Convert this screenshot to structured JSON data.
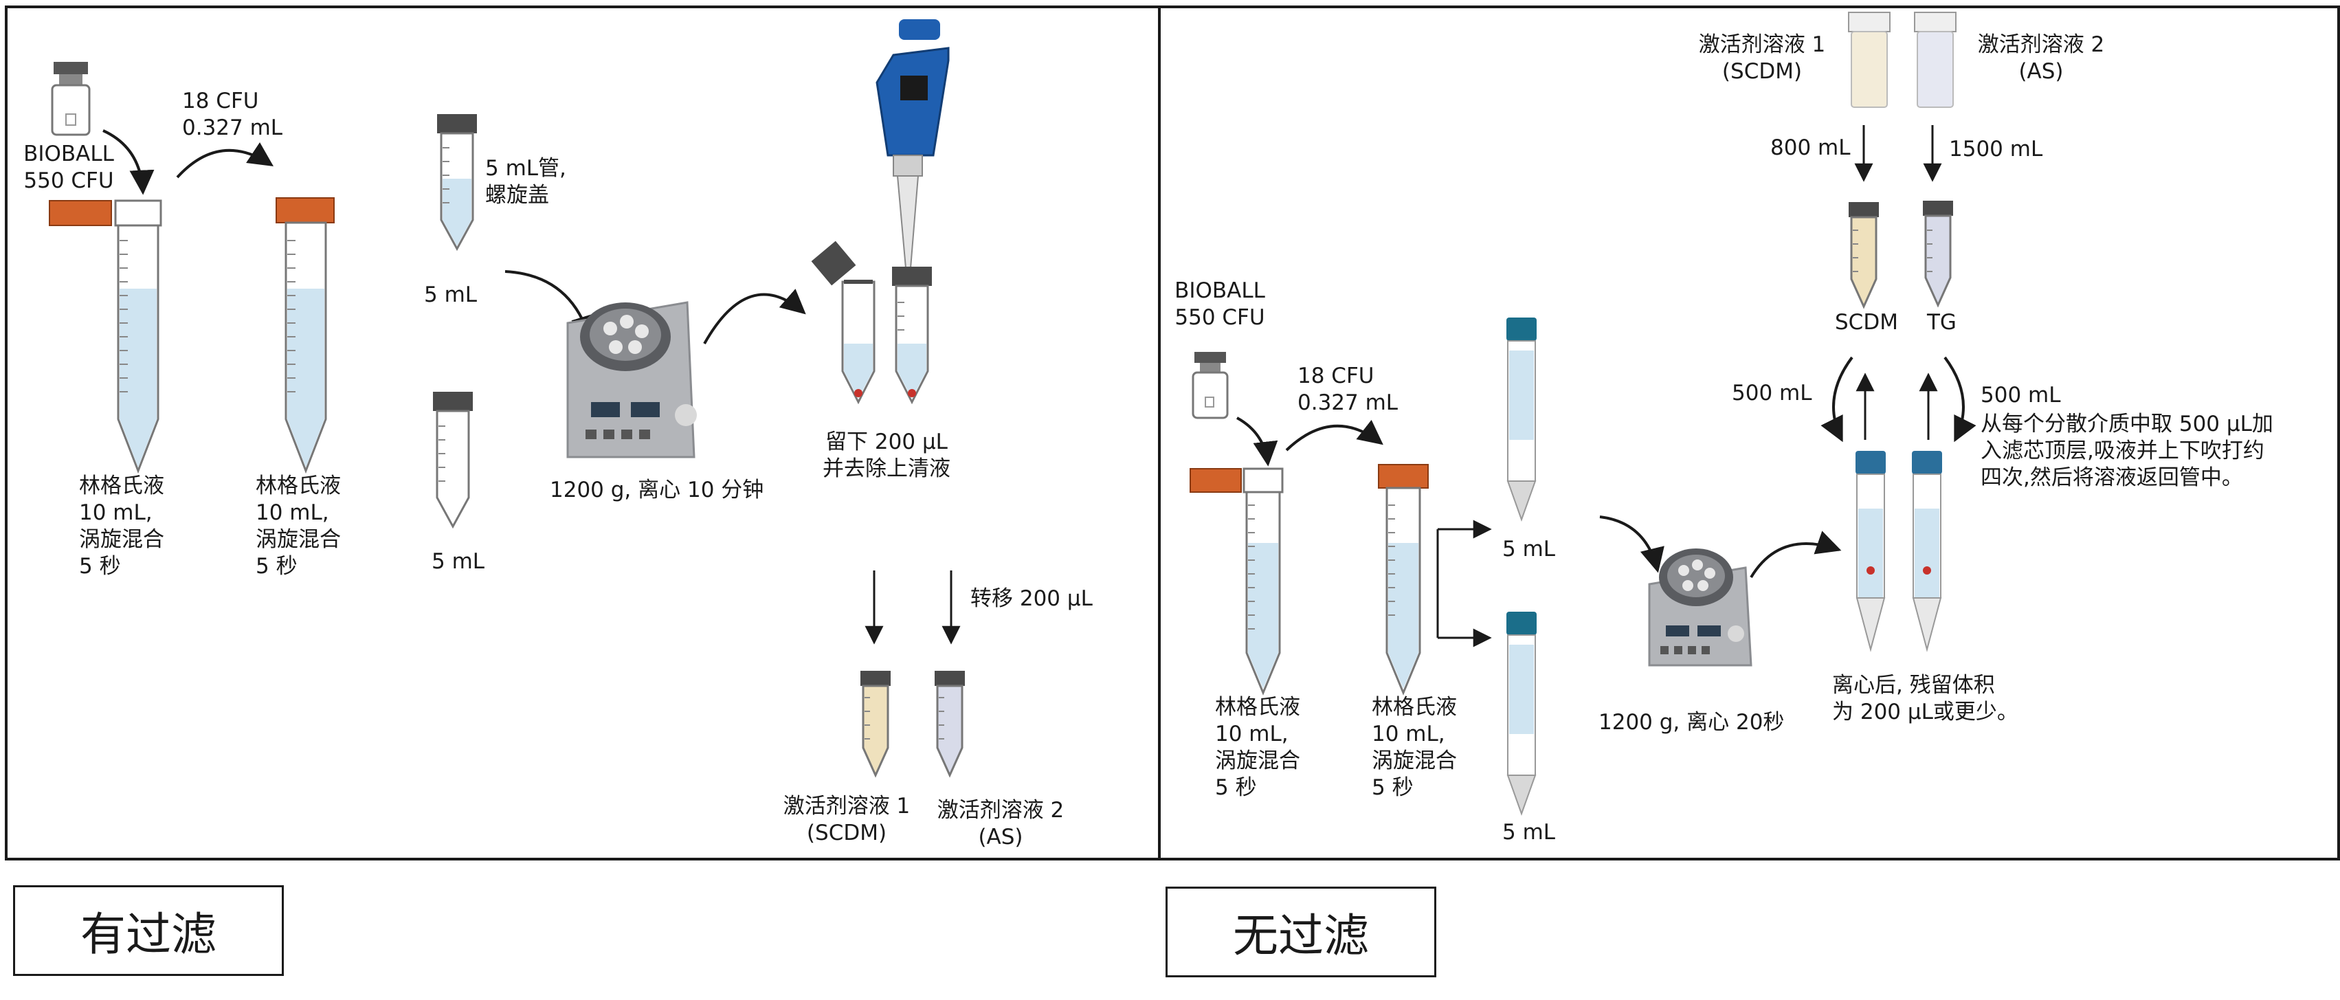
{
  "panels": {
    "left": {
      "title": "有过滤",
      "bioball_l1": "BIOBALL",
      "bioball_l2": "550 CFU",
      "dose_l1": "18 CFU",
      "dose_l2": "0.327 mL",
      "tube1_l1": "林格氏液",
      "tube1_l2": "10 mL,",
      "tube1_l3": "涡旋混合",
      "tube1_l4": "5 秒",
      "tube2_l1": "林格氏液",
      "tube2_l2": "10 mL,",
      "tube2_l3": "涡旋混合",
      "tube2_l4": "5 秒",
      "tubeA_l1": "5 mL管,",
      "tubeA_l2": "螺旋盖",
      "vol_a": "5 mL",
      "vol_b": "5 mL",
      "centrifuge": "1200 g, 离心 10 分钟",
      "keep_l1": "留下 200 µL",
      "keep_l2": "并去除上清液",
      "transfer": "转移 200 µL",
      "sol1_l1": "激活剂溶液 1",
      "sol1_l2": "(SCDM)",
      "sol2_l1": "激活剂溶液 2",
      "sol2_l2": "(AS)"
    },
    "right": {
      "title": "无过滤",
      "sol1_l1": "激活剂溶液 1",
      "sol1_l2": "(SCDM)",
      "sol2_l1": "激活剂溶液 2",
      "sol2_l2": "(AS)",
      "vol_800": "800 mL",
      "vol_1500": "1500 mL",
      "scdm": "SCDM",
      "tg": "TG",
      "bioball_l1": "BIOBALL",
      "bioball_l2": "550 CFU",
      "dose_l1": "18 CFU",
      "dose_l2": "0.327 mL",
      "vol_500_left": "500 mL",
      "vol_500_right": "500 mL",
      "instr_l1": "从每个分散介质中取 500 µL加",
      "instr_l2": "入滤芯顶层,吸液并上下吹打约",
      "instr_l3": "四次,然后将溶液返回管中。",
      "tube1_l1": "林格氏液",
      "tube1_l2": "10 mL,",
      "tube1_l3": "涡旋混合",
      "tube1_l4": "5 秒",
      "tube2_l1": "林格氏液",
      "tube2_l2": "10 mL,",
      "tube2_l3": "涡旋混合",
      "tube2_l4": "5 秒",
      "vol_a": "5 mL",
      "vol_b": "5 mL",
      "centrifuge": "1200 g, 离心 20秒",
      "after_l1": "离心后, 残留体积",
      "after_l2": "为 200 µL或更少。"
    }
  },
  "colors": {
    "liquid": "#cfe4f1",
    "orange_cap": "#d2622a",
    "dark_cap": "#4a4a4a",
    "teal_cap": "#1b6e8a",
    "blue_cap": "#2b6f9b",
    "scdm_fill": "#efe1bd",
    "as_fill": "#d8dbe9",
    "pipette": "#1f5fb0",
    "red_dot": "#c8322b"
  }
}
